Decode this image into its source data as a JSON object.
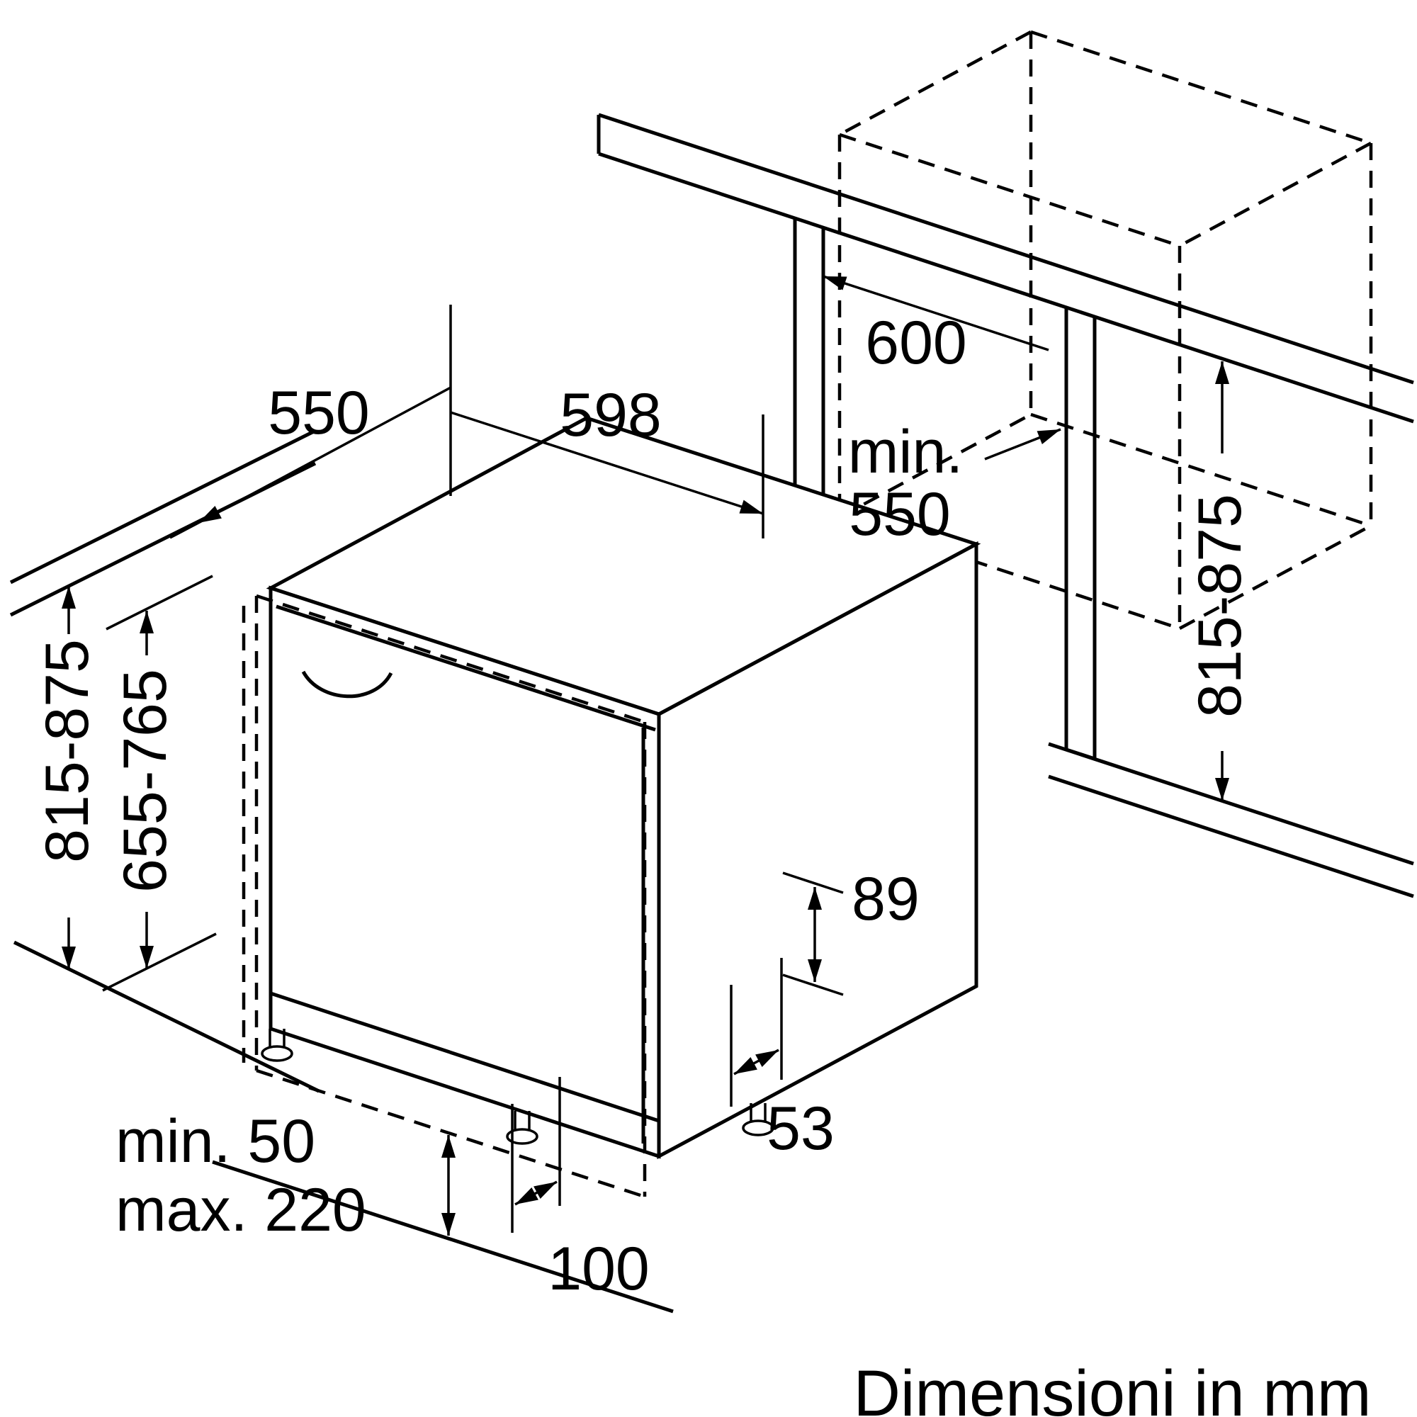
{
  "caption": "Dimensioni in mm",
  "dimensions": {
    "appliance_depth": "550",
    "appliance_width": "598",
    "niche_depth": "600",
    "niche_min_prefix": "min.",
    "niche_min_width": "550",
    "niche_height_left": "815-875",
    "door_panel_height": "655-765",
    "niche_height_right": "815-875",
    "rear_base_height": "89",
    "rear_foot_setback": "53",
    "front_foot_setback": "100",
    "plinth_gap_min": "min. 50",
    "plinth_gap_max": "max. 220"
  }
}
